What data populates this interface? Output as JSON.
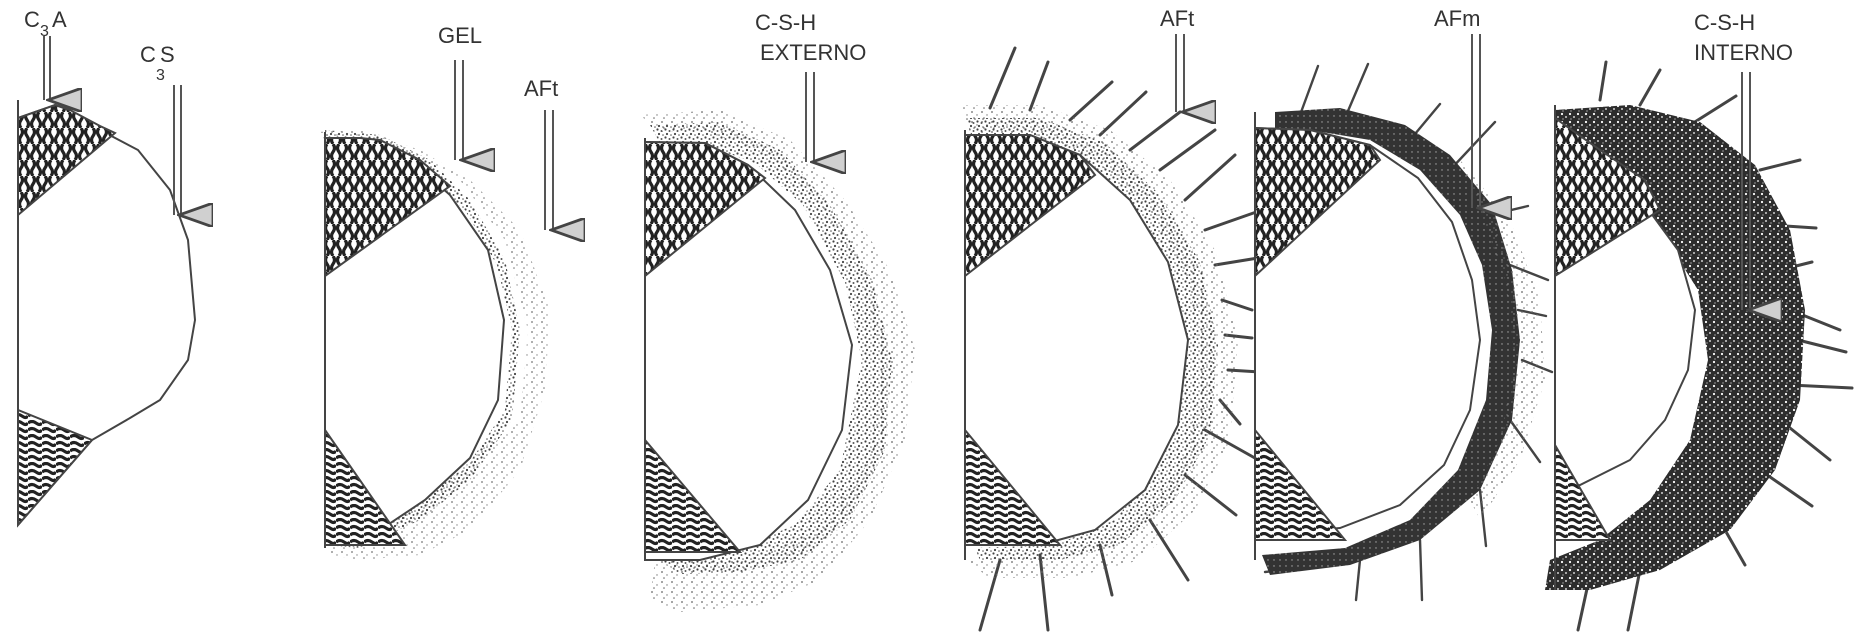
{
  "diagram": {
    "labels": {
      "c3a": {
        "main": "C",
        "sub": "3",
        "rest": "A"
      },
      "c3s": {
        "main": "C",
        "mid": "S",
        "sub": "3"
      },
      "gel": "GEL",
      "aft_1": "AFt",
      "csh_externo_1": "C-S-H",
      "csh_externo_2": "EXTERNO",
      "aft_2": "AFt",
      "afm": "AFm",
      "csh_interno_1": "C-S-H",
      "csh_interno_2": "INTERNO"
    },
    "stages": [
      "stage-1",
      "stage-2",
      "stage-3",
      "stage-4",
      "stage-5",
      "stage-6"
    ],
    "colors": {
      "ink": "#444444",
      "background": "#ffffff",
      "arrowhead": "#d0d0d0"
    }
  }
}
